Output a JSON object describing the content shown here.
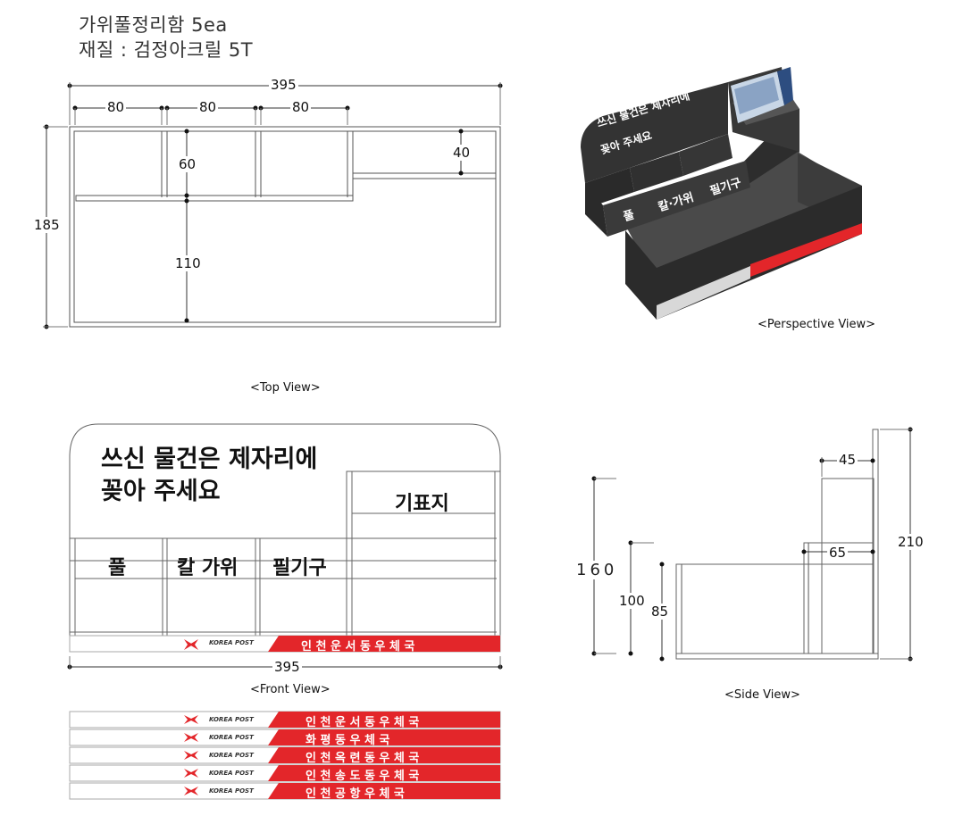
{
  "header": {
    "line1": "가위풀정리함 5ea",
    "line2": "재질 : 검정아크릴 5T"
  },
  "top_view": {
    "caption": "<Top View>",
    "dim_total_width": "395",
    "dim_compartment_1": "80",
    "dim_compartment_2": "80",
    "dim_compartment_3": "80",
    "dim_depth": "185",
    "dim_front_row": "60",
    "dim_back_row": "110",
    "dim_right_shelf": "40"
  },
  "perspective_view": {
    "caption": "<Perspective View>",
    "sign_text_line1": "쓰신 물건은 제자리에",
    "sign_text_line2": "꽂아 주세요",
    "label_glue": "풀",
    "label_knife_scissors": "칼·가위",
    "label_writing": "필기구"
  },
  "front_view": {
    "caption": "<Front View>",
    "sign_line1": "쓰신 물건은 제자리에",
    "sign_line2": "꽂아 주세요",
    "label_forms": "기표지",
    "label_glue": "풀",
    "label_knife_scissors": "칼 가위",
    "label_writing": "필기구",
    "dim_width": "395",
    "banner_logo": "KOREA POST",
    "banner_office": "인 천 운 서 동 우 체 국"
  },
  "side_view": {
    "caption": "<Side View>",
    "dim_total_height": "210",
    "dim_front_height": "160",
    "dim_mid_height": "100",
    "dim_low_height": "85",
    "dim_top_depth": "45",
    "dim_mid_depth": "65"
  },
  "banners": [
    {
      "logo": "KOREA POST",
      "office": "인 천 운 서 동 우 체 국"
    },
    {
      "logo": "KOREA POST",
      "office": "화 평 동 우 체 국"
    },
    {
      "logo": "KOREA POST",
      "office": "인 천 옥 련 동 우 체 국"
    },
    {
      "logo": "KOREA POST",
      "office": "인 천 송 도 동 우 체 국"
    },
    {
      "logo": "KOREA POST",
      "office": "인 천 공 항 우 체 국"
    }
  ],
  "colors": {
    "banner_red": "#e3262a",
    "acrylic_black": "#3a3a3a",
    "line": "#555555"
  }
}
